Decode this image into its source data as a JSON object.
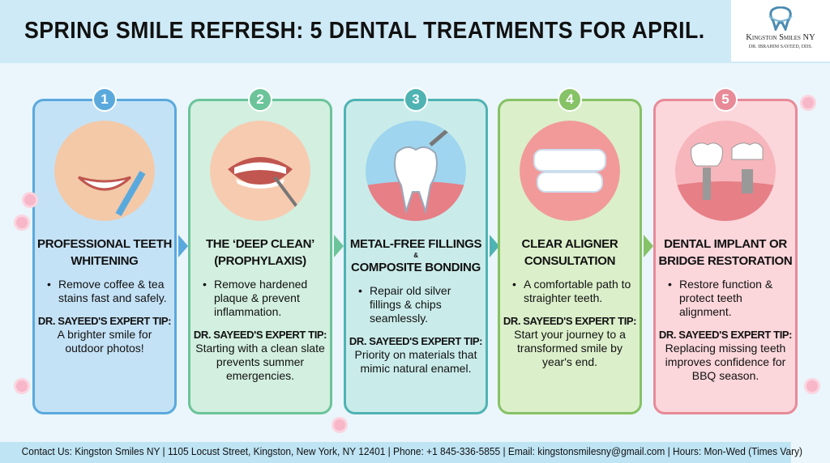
{
  "header": {
    "title": "SPRING SMILE REFRESH: 5 DENTAL TREATMENTS FOR APRIL."
  },
  "logo": {
    "name": "Kingston Smiles NY",
    "doctor": "DR. IBRAHIM SAYEED, DDS."
  },
  "cards": [
    {
      "number": "1",
      "title": "PROFESSIONAL TEETH WHITENING",
      "bullet": "Remove coffee & tea stains fast and safely.",
      "tip_label": "DR. SAYEED'S EXPERT TIP:",
      "tip": "A brighter smile for outdoor photos!",
      "color": "#5aa9dd",
      "bg": "#c4e2f6",
      "icon": "whitening-smile-icon"
    },
    {
      "number": "2",
      "title": "THE ‘DEEP CLEAN’ (PROPHYLAXIS)",
      "bullet": "Remove hardened plaque & prevent inflammation.",
      "tip_label": "DR. SAYEED'S EXPERT TIP:",
      "tip": "Starting with a clean slate prevents summer emergencies.",
      "color": "#6cc49a",
      "bg": "#d2efdf",
      "icon": "dental-scaler-icon"
    },
    {
      "number": "3",
      "title_1": "METAL-FREE FILLINGS",
      "title_amp": "&",
      "title_2": "COMPOSITE BONDING",
      "bullet": "Repair old silver fillings & chips seamlessly.",
      "tip_label": "DR. SAYEED'S EXPERT TIP:",
      "tip": "Priority on materials that mimic natural enamel.",
      "color": "#4fb3b3",
      "bg": "#c9ecea",
      "icon": "tooth-filling-icon"
    },
    {
      "number": "4",
      "title": "CLEAR ALIGNER CONSULTATION",
      "bullet": "A comfortable path to straighter teeth.",
      "tip_label": "DR. SAYEED'S EXPERT TIP:",
      "tip": "Start your journey to a transformed smile by year's end.",
      "color": "#86c266",
      "bg": "#dbefca",
      "icon": "clear-aligner-icon"
    },
    {
      "number": "5",
      "title": "DENTAL IMPLANT OR BRIDGE RESTORATION",
      "bullet": "Restore function & protect teeth alignment.",
      "tip_label": "DR. SAYEED'S EXPERT TIP:",
      "tip": "Replacing missing teeth improves confidence for BBQ season.",
      "color": "#e88a98",
      "bg": "#fbd6db",
      "icon": "dental-implant-icon"
    }
  ],
  "footer": {
    "text": "Contact Us: Kingston Smiles NY | 1105 Locust Street, Kingston, New York, NY 12401 | Phone: +1 845-336-5855 | Email: kingstonsmilesny@gmail.com | Hours: Mon-Wed (Times Vary)"
  }
}
